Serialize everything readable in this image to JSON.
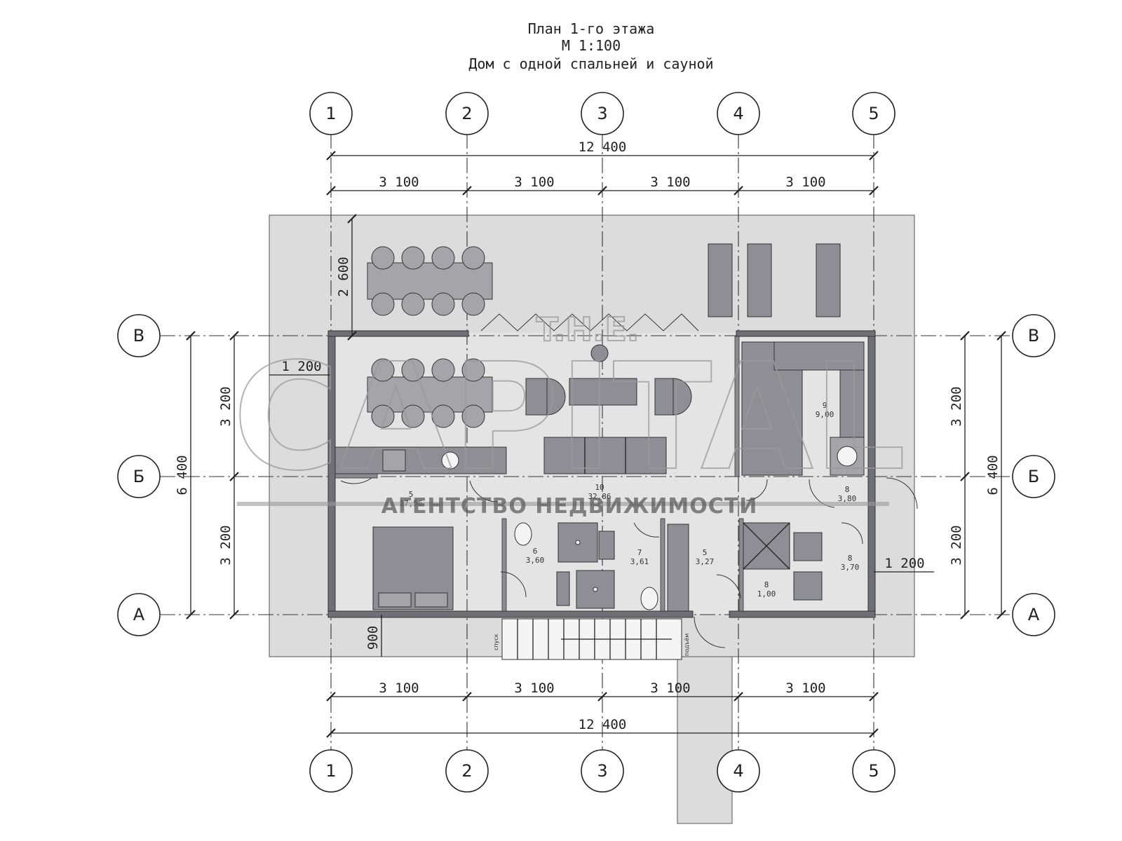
{
  "title": {
    "line1": "План  1-го этажа",
    "line2": "М 1:100",
    "line3": "Дом с одной  спальней и сауной"
  },
  "axes": {
    "columns": [
      "1",
      "2",
      "3",
      "4",
      "5"
    ],
    "rows": [
      "В",
      "Б",
      "А"
    ]
  },
  "dimensions": {
    "top_total": "12 400",
    "top_spans": [
      "3 100",
      "3 100",
      "3 100",
      "3 100"
    ],
    "bottom_total": "12 400",
    "bottom_spans": [
      "3 100",
      "3 100",
      "3 100",
      "3 100"
    ],
    "left_total": "6 400",
    "left_spans": [
      "3 200",
      "3 200"
    ],
    "right_total": "6 400",
    "right_spans": [
      "3 200",
      "3 200"
    ],
    "terrace_depth": "2 600",
    "left_offset": "1 200",
    "right_offset": "1 200",
    "porch_depth": "900"
  },
  "rooms": [
    {
      "num": "5",
      "area": "17,56"
    },
    {
      "num": "10",
      "area": "32,86"
    },
    {
      "num": "9",
      "area": "9,00"
    },
    {
      "num": "8",
      "area": "3,80"
    },
    {
      "num": "6",
      "area": "3,60"
    },
    {
      "num": "7",
      "area": "3,61"
    },
    {
      "num": "5",
      "area": "3,27"
    },
    {
      "num": "8",
      "area": "1,00"
    },
    {
      "num": "8",
      "area": "3,70"
    }
  ],
  "stair_labels": {
    "down": "спуск",
    "up": "подъём"
  },
  "watermark": {
    "brand_top": "T.H.E.",
    "brand_main": "CAPITAL",
    "agency": "АГЕНТСТВО НЕДВИЖИМОСТИ"
  }
}
